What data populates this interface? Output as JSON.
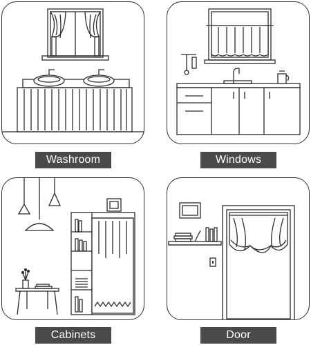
{
  "panels": [
    {
      "label": "Washroom"
    },
    {
      "label": "Windows"
    },
    {
      "label": "Cabinets"
    },
    {
      "label": "Door"
    }
  ],
  "colors": {
    "line": "#2b2b2b",
    "label_background": "#4a4a4a",
    "label_text": "#ffffff",
    "background": "#ffffff"
  }
}
